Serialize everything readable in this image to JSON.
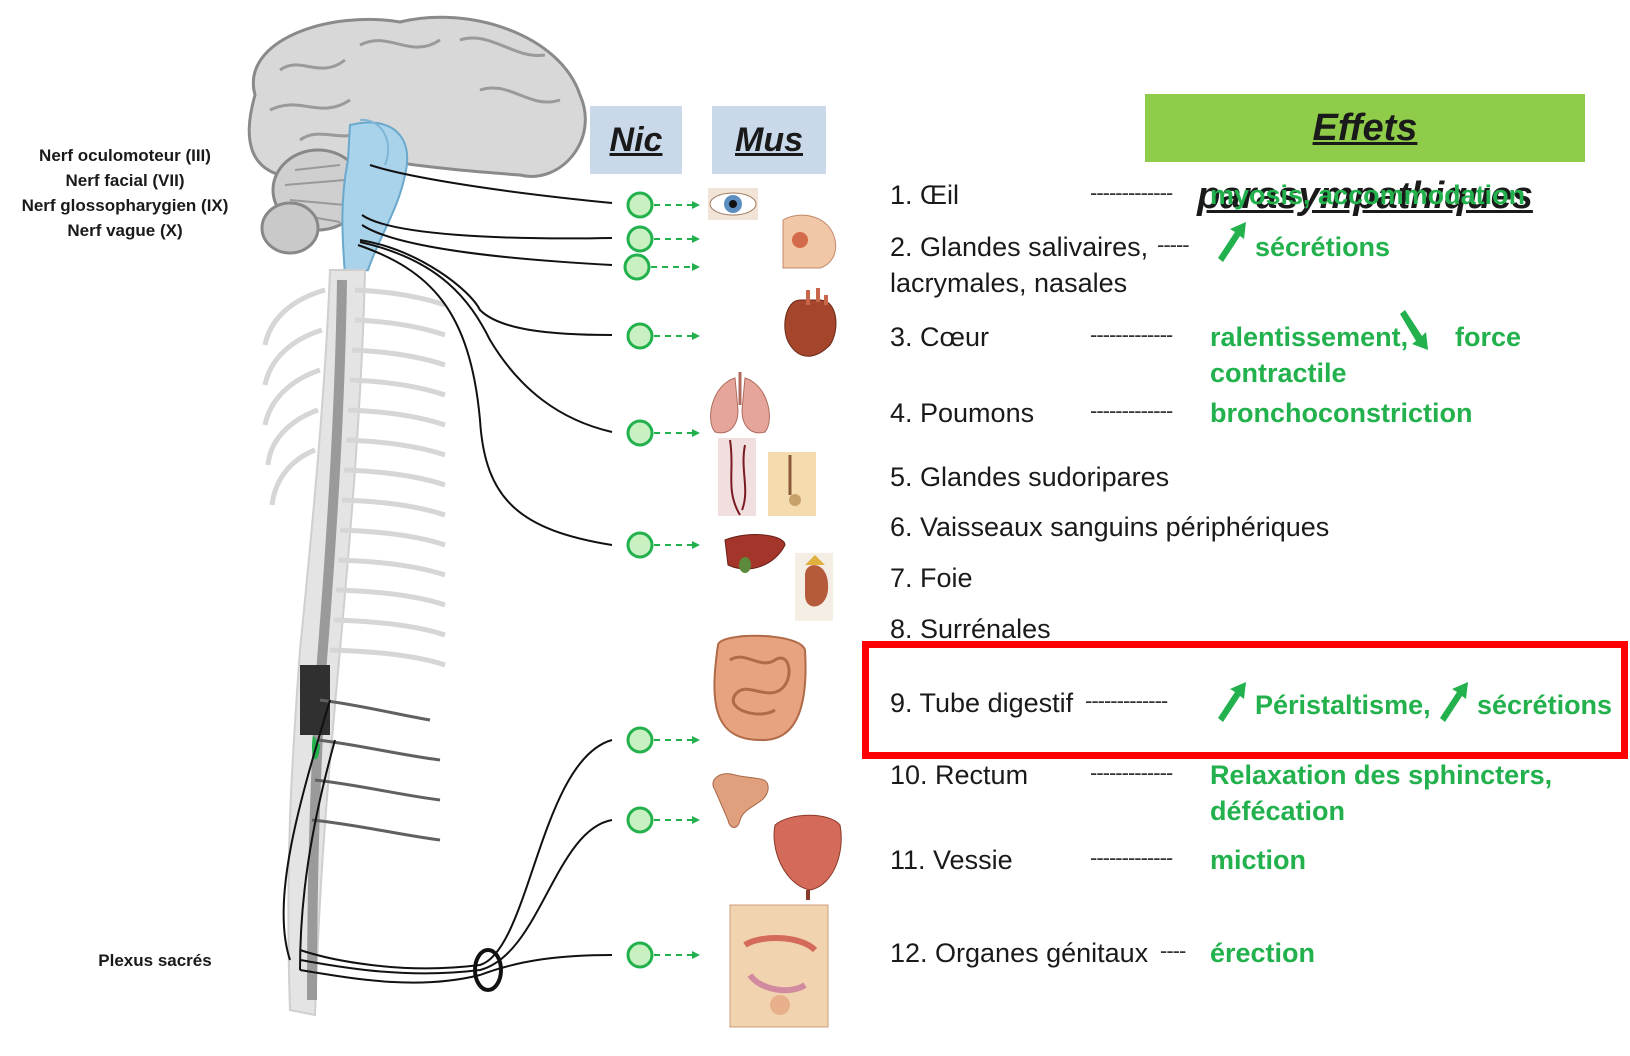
{
  "nerve_labels": {
    "oculomoteur": "Nerf oculomoteur (III)",
    "facial": "Nerf facial (VII)",
    "glosso": "Nerf glossopharygien (IX)",
    "vague": "Nerf vague (X)",
    "plexus": "Plexus sacrés"
  },
  "headers": {
    "nic": "Nic",
    "mus": "Mus"
  },
  "title": "Effets parasympathiques",
  "organs": [
    {
      "n": "1. Œil",
      "dash": "-------------",
      "effect": "myosis, accommodation"
    },
    {
      "n": "2. Glandes salivaires,",
      "n2": "lacrymales, nasales",
      "dash": "-----",
      "effect": "sécrétions",
      "arrow": "up"
    },
    {
      "n": "3. Cœur",
      "dash": "-------------",
      "effect": "ralentissement,",
      "effect_b": "force",
      "effect_c": "contractile",
      "arrow_b": "down"
    },
    {
      "n": "4. Poumons",
      "dash": "-------------",
      "effect": "bronchoconstriction"
    },
    {
      "n": "5.  Glandes sudoripares"
    },
    {
      "n": "6. Vaisseaux sanguins périphériques"
    },
    {
      "n": "7. Foie"
    },
    {
      "n": "8. Surrénales"
    },
    {
      "n": "9. Tube digestif",
      "dash": "-------------",
      "effect": "Péristaltisme,",
      "effect_b": "sécrétions",
      "arrow": "up",
      "arrow_b": "up"
    },
    {
      "n": "10.  Rectum",
      "dash": "-------------",
      "effect": "Relaxation des sphincters,",
      "effect_c": "défécation"
    },
    {
      "n": "11.  Vessie",
      "dash": "-------------",
      "effect": "miction"
    },
    {
      "n": "12. Organes génitaux",
      "dash": "----",
      "effect": "érection"
    }
  ],
  "colors": {
    "green": "#22b14c",
    "highlight": "#ff0000",
    "nic_bg": "#c9d9ea",
    "title_bg": "#8fcc4a",
    "brainstem": "#a9d3ea"
  },
  "icons": [
    "brain-icon",
    "spinal-cord-icon",
    "eye-icon",
    "face-icon",
    "heart-icon",
    "lungs-icon",
    "skin-vessel-icon",
    "sweat-gland-icon",
    "liver-icon",
    "kidney-adrenal-icon",
    "intestine-icon",
    "rectum-icon",
    "bladder-icon",
    "genital-icon",
    "ganglion-icon"
  ]
}
